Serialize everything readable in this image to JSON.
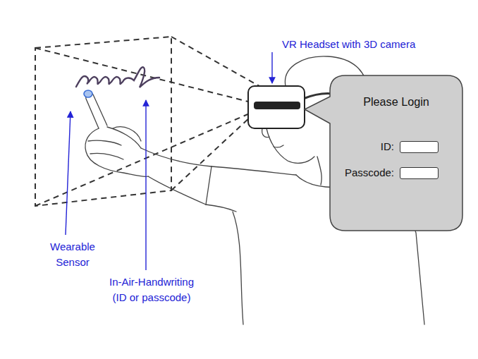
{
  "diagram": {
    "nodes": [
      {
        "text": [
          "Please Login",
          "ID:",
          "Passcode:"
        ]
      }
    ],
    "labels": [
      "VR Headset with 3D camera",
      "Wearable Sensor",
      "In-Air-Handwriting (ID or passcode)"
    ]
  }
}
